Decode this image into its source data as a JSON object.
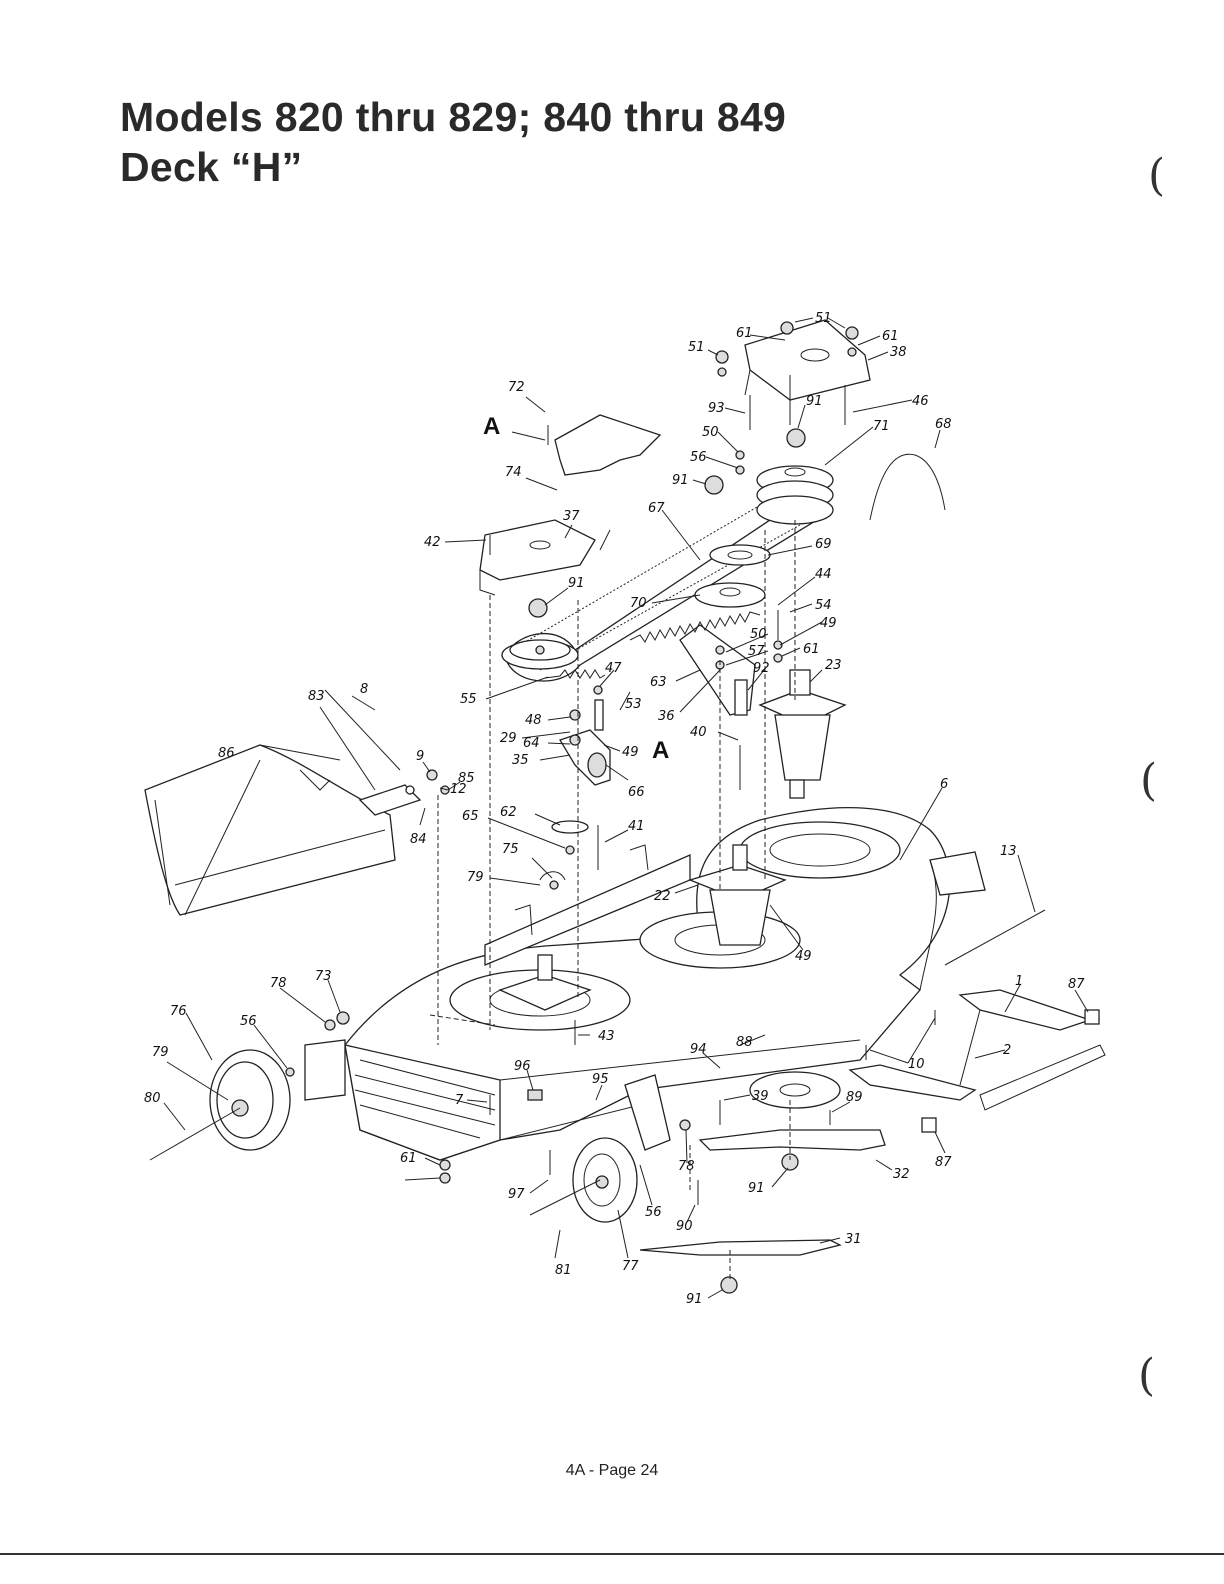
{
  "title": {
    "line1": "Models 820 thru 829; 840 thru 849",
    "line2": "Deck “H”"
  },
  "footer": {
    "page_label": "4A - Page 24"
  },
  "section_marker": "A",
  "margin_marks": [
    "(",
    "(",
    "("
  ],
  "labels": {
    "p1": "1",
    "p2": "2",
    "p6": "6",
    "p7": "7",
    "p8": "8",
    "p9": "9",
    "p10": "10",
    "p12": "12",
    "p13": "13",
    "p22": "22",
    "p23": "23",
    "p29": "29",
    "p31": "31",
    "p32": "32",
    "p35": "35",
    "p36": "36",
    "p37": "37",
    "p38": "38",
    "p39": "39",
    "p40": "40",
    "p41": "41",
    "p42": "42",
    "p43": "43",
    "p44": "44",
    "p46": "46",
    "p47": "47",
    "p48": "48",
    "p49a": "49",
    "p49b": "49",
    "p49c": "49",
    "p50a": "50",
    "p50b": "50",
    "p51a": "51",
    "p51b": "51",
    "p53": "53",
    "p54": "54",
    "p55": "55",
    "p56a": "56",
    "p56b": "56",
    "p56c": "56",
    "p57": "57",
    "p61a": "61",
    "p61b": "61",
    "p61c": "61",
    "p61d": "61",
    "p62": "62",
    "p63": "63",
    "p64": "64",
    "p65": "65",
    "p66": "66",
    "p67": "67",
    "p68": "68",
    "p69": "69",
    "p70": "70",
    "p71": "71",
    "p72": "72",
    "p73": "73",
    "p74": "74",
    "p75": "75",
    "p76": "76",
    "p77": "77",
    "p78a": "78",
    "p78b": "78",
    "p79a": "79",
    "p79b": "79",
    "p80": "80",
    "p81": "81",
    "p83": "83",
    "p84": "84",
    "p85": "85",
    "p86": "86",
    "p87a": "87",
    "p87b": "87",
    "p88": "88",
    "p89": "89",
    "p90": "90",
    "p91a": "91",
    "p91b": "91",
    "p91c": "91",
    "p91d": "91",
    "p91e": "91",
    "p92": "92",
    "p93": "93",
    "p94": "94",
    "p95": "95",
    "p96": "96",
    "p97": "97"
  }
}
